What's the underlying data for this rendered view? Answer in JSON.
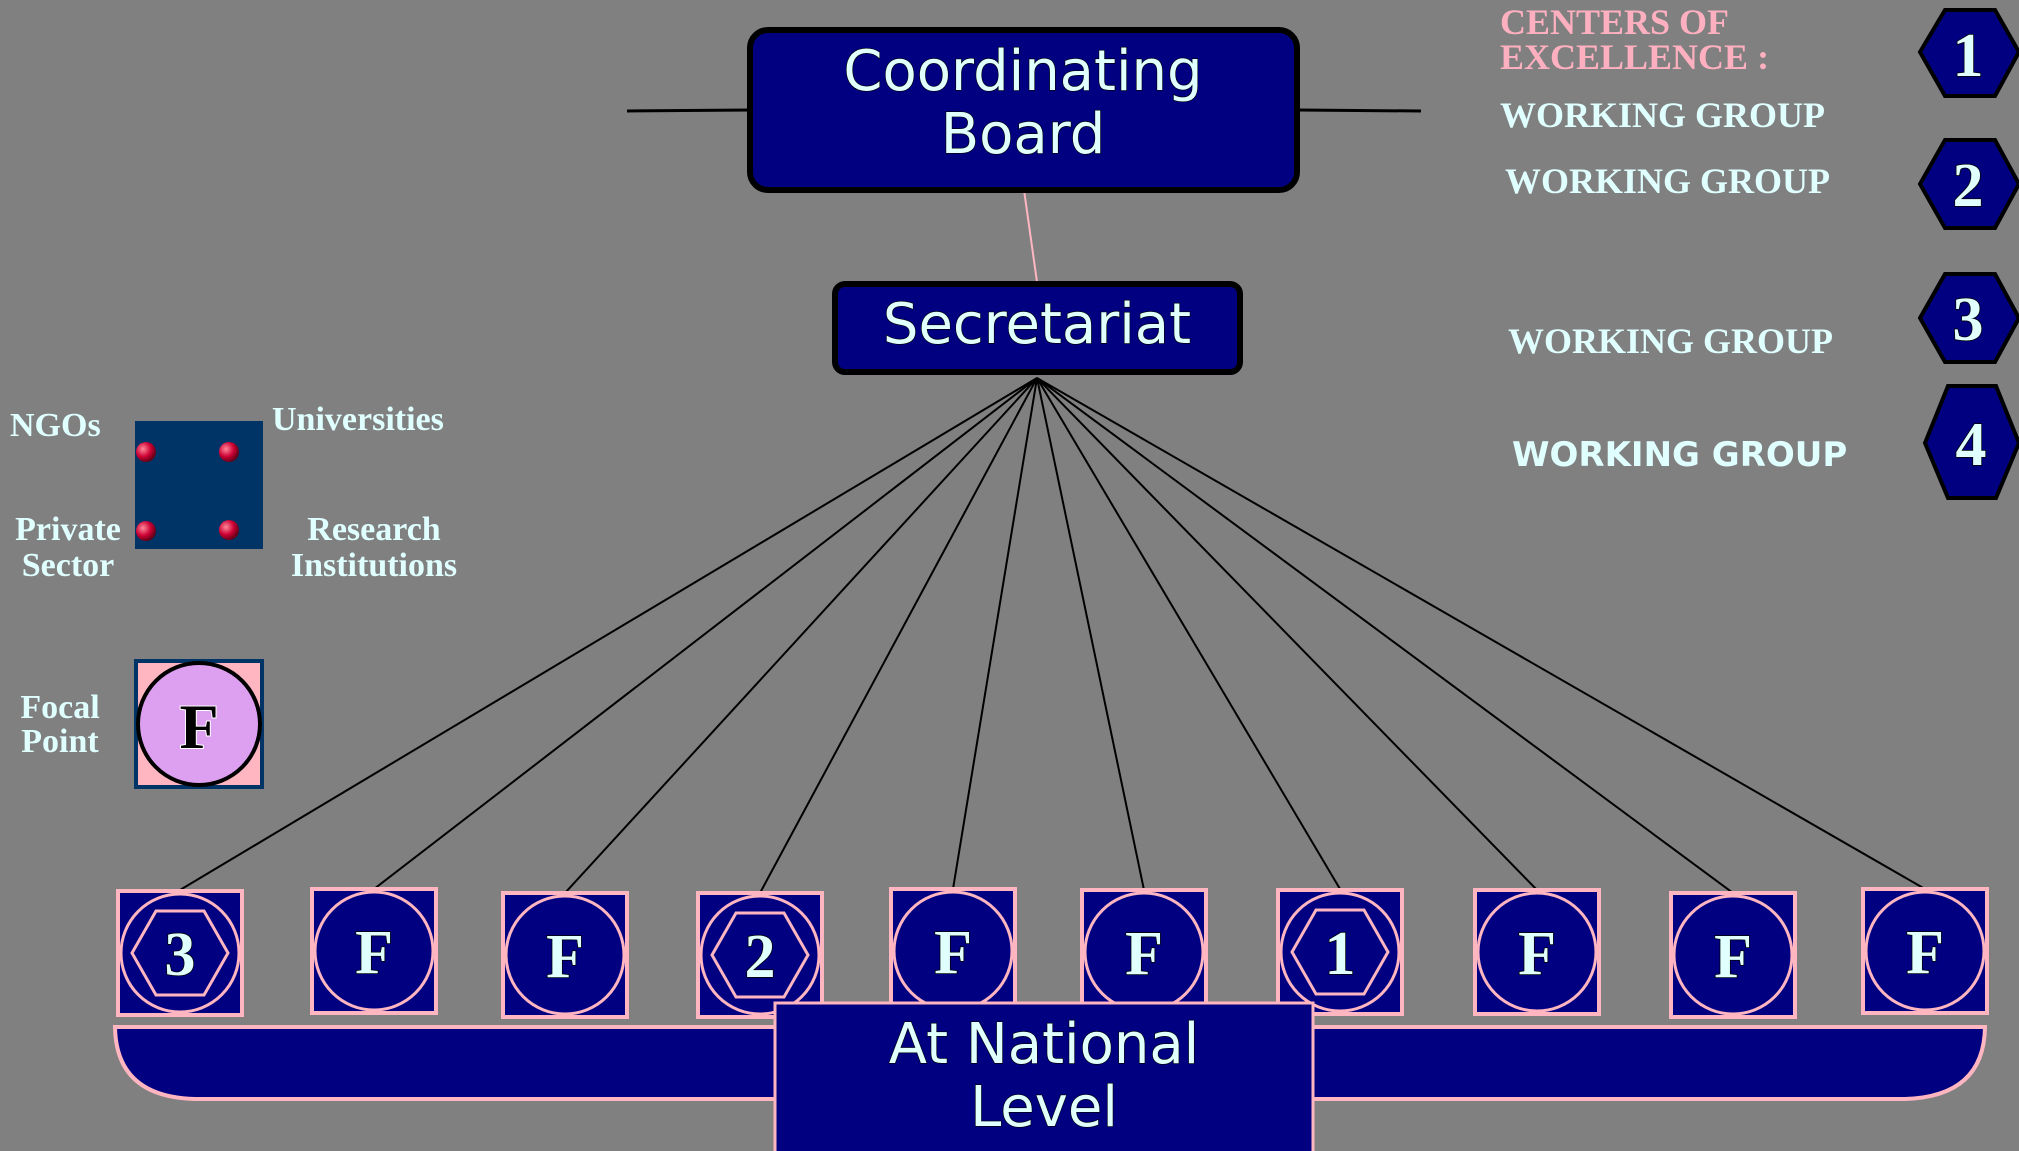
{
  "colors": {
    "background": "#808080",
    "navy": "#000080",
    "light_text": "#e0ffff",
    "pink": "#ffb6c1",
    "pink_label": "#ffb0c0",
    "lavender": "#dda0f0",
    "legend_square": "#003366",
    "dot": "#cc0033"
  },
  "board": {
    "line1": "Coordinating",
    "line2": "Board"
  },
  "secretariat": {
    "label": "Secretariat"
  },
  "national": {
    "line1": "At National",
    "line2": "Level"
  },
  "centers": {
    "header_line1": "CENTERS OF",
    "header_line2": "EXCELLENCE :",
    "groups": [
      {
        "label": "WORKING GROUP",
        "number": "1"
      },
      {
        "label": "WORKING GROUP",
        "number": "2"
      },
      {
        "label": "WORKING GROUP",
        "number": "3"
      },
      {
        "label": "WORKING GROUP",
        "number": "4"
      }
    ]
  },
  "stakeholders": {
    "ngos": "NGOs",
    "universities": "Universities",
    "private_line1": "Private",
    "private_line2": "Sector",
    "research_line1": "Research",
    "research_line2": "Institutions"
  },
  "focal": {
    "letter": "F",
    "label_line1": "Focal",
    "label_line2": "Point"
  },
  "nodes": [
    {
      "type": "hex",
      "label": "3"
    },
    {
      "type": "circle",
      "label": "F"
    },
    {
      "type": "circle",
      "label": "F"
    },
    {
      "type": "hex",
      "label": "2"
    },
    {
      "type": "circle",
      "label": "F"
    },
    {
      "type": "circle",
      "label": "F"
    },
    {
      "type": "hex",
      "label": "1"
    },
    {
      "type": "circle",
      "label": "F"
    },
    {
      "type": "circle",
      "label": "F"
    },
    {
      "type": "circle",
      "label": "F"
    }
  ]
}
